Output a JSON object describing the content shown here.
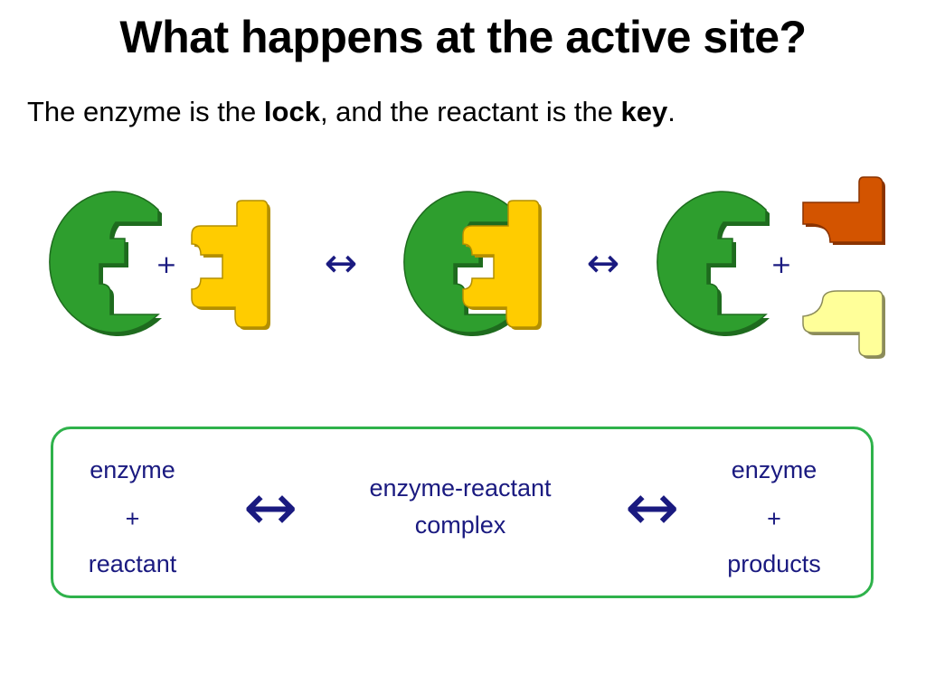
{
  "title": "What happens at the active site?",
  "subtitle": {
    "part1": "The enzyme is the ",
    "bold1": "lock",
    "part2": ", and the reactant is the ",
    "bold2": "key",
    "part3": "."
  },
  "diagram": {
    "plus_1": "+",
    "arrow_1": "↔",
    "arrow_2": "↔",
    "plus_2": "+",
    "colors": {
      "enzyme": "#2e9e2e",
      "reactant": "#ffcc00",
      "product_1": "#d35400",
      "product_2": "#ffff99"
    }
  },
  "summary": {
    "left": {
      "line1": "enzyme",
      "line2": "+",
      "line3": "reactant"
    },
    "arrow_left": "↔",
    "middle": {
      "line1": "enzyme-reactant",
      "line2": "complex"
    },
    "arrow_right": "↔",
    "right": {
      "line1": "enzyme",
      "line2": "+",
      "line3": "products"
    },
    "border_color": "#2fb24b",
    "text_color": "#1a1a80"
  }
}
